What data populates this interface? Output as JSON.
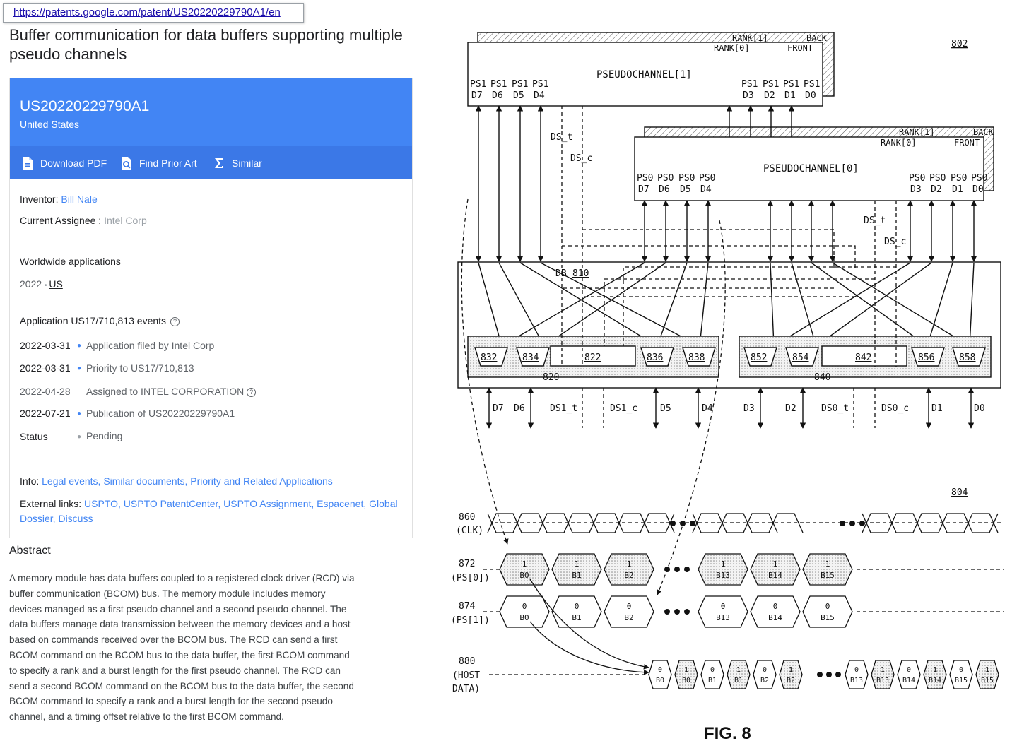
{
  "url": "https://patents.google.com/patent/US20220229790A1/en",
  "title": "Buffer communication for data buffers supporting multiple pseudo channels",
  "header": {
    "pub_number": "US20220229790A1",
    "country": "United States"
  },
  "actions": {
    "download": "Download PDF",
    "prior_art": "Find Prior Art",
    "similar": "Similar"
  },
  "meta": {
    "inventor_label": "Inventor:",
    "inventor": "Bill Nale",
    "assignee_label": "Current Assignee :",
    "assignee": "Intel Corp"
  },
  "worldwide": {
    "label": "Worldwide applications",
    "year": "2022",
    "country": "US"
  },
  "events_title": "Application US17/710,813 events",
  "events": [
    {
      "date": "2022-03-31",
      "text": "Application filed by Intel Corp"
    },
    {
      "date": "2022-03-31",
      "text": "Priority to US17/710,813"
    },
    {
      "date": "2022-04-28",
      "text": "Assigned to INTEL CORPORATION"
    },
    {
      "date": "2022-07-21",
      "text": "Publication of US20220229790A1"
    },
    {
      "date": "Status",
      "text": "Pending"
    }
  ],
  "info": {
    "label": "Info:",
    "links": "Legal events, Similar documents, Priority and Related Applications"
  },
  "external": {
    "label": "External links:",
    "links": "USPTO, USPTO PatentCenter, USPTO Assignment, Espacenet, Global Dossier, Discuss"
  },
  "abstract": {
    "heading": "Abstract",
    "text": "A memory module has data buffers coupled to a registered clock driver (RCD) via buffer communication (BCOM) bus. The memory module includes memory devices managed as a first pseudo channel and a second pseudo channel. The data buffers manage data transmission between the memory devices and a host based on commands received over the BCOM bus. The RCD can send a first BCOM command on the BCOM bus to the data buffer, the first BCOM command to specify a rank and a burst length for the first pseudo channel. The RCD can send a second BCOM command on the BCOM bus to the data buffer, the second BCOM command to specify a rank and a burst length for the second pseudo channel, and a timing offset relative to the first BCOM command."
  },
  "figure": {
    "caption": "FIG. 8",
    "ref_802": "802",
    "ref_804": "804",
    "pc1": {
      "name": "PSEUDOCHANNEL[1]",
      "rank1": "RANK[1]",
      "rank0": "RANK[0]",
      "back": "BACK",
      "front": "FRONT",
      "pins_left": [
        [
          "PS1",
          "D7"
        ],
        [
          "PS1",
          "D6"
        ],
        [
          "PS1",
          "D5"
        ],
        [
          "PS1",
          "D4"
        ]
      ],
      "pins_right": [
        [
          "PS1",
          "D3"
        ],
        [
          "PS1",
          "D2"
        ],
        [
          "PS1",
          "D1"
        ],
        [
          "PS1",
          "D0"
        ]
      ]
    },
    "pc0": {
      "name": "PSEUDOCHANNEL[0]",
      "rank1": "RANK[1]",
      "rank0": "RANK[0]",
      "back": "BACK",
      "front": "FRONT",
      "pins_left": [
        [
          "PS0",
          "D7"
        ],
        [
          "PS0",
          "D6"
        ],
        [
          "PS0",
          "D5"
        ],
        [
          "PS0",
          "D4"
        ]
      ],
      "pins_right": [
        [
          "PS0",
          "D3"
        ],
        [
          "PS0",
          "D2"
        ],
        [
          "PS0",
          "D1"
        ],
        [
          "PS0",
          "D0"
        ]
      ]
    },
    "ds_labels": {
      "pc1_t": "DS_t",
      "pc1_c": "DS_c",
      "pc0_t": "DS_t",
      "pc0_c": "DS_c"
    },
    "db_label": "DB",
    "db_num": "810",
    "blocks_left": [
      "832",
      "834",
      "822",
      "836",
      "838"
    ],
    "group_left": "820",
    "blocks_right": [
      "852",
      "854",
      "842",
      "856",
      "858"
    ],
    "group_right": "840",
    "bottom_left": [
      "D7",
      "D6",
      "DS1_t",
      "DS1_c",
      "D5",
      "D4"
    ],
    "bottom_right": [
      "D3",
      "D2",
      "DS0_t",
      "DS0_c",
      "D1",
      "D0"
    ],
    "timing": [
      {
        "num": "860",
        "sig": "(CLK)"
      },
      {
        "num": "872",
        "sig": "(PS[0])",
        "cells_top": [
          "1",
          "1",
          "1",
          "1",
          "1",
          "1"
        ],
        "cells_bot": [
          "B0",
          "B1",
          "B2",
          "B13",
          "B14",
          "B15"
        ]
      },
      {
        "num": "874",
        "sig": "(PS[1])",
        "cells_top": [
          "0",
          "0",
          "0",
          "0",
          "0",
          "0"
        ],
        "cells_bot": [
          "B0",
          "B1",
          "B2",
          "B13",
          "B14",
          "B15"
        ]
      },
      {
        "num": "880",
        "sig1": "(HOST",
        "sig2": "DATA)",
        "cells_top": [
          "0",
          "1",
          "0",
          "1",
          "0",
          "1",
          "0",
          "1",
          "0",
          "1",
          "0",
          "1"
        ],
        "cells_bot": [
          "B0",
          "B0",
          "B1",
          "B1",
          "B2",
          "B2",
          "B13",
          "B13",
          "B14",
          "B14",
          "B15",
          "B15"
        ]
      }
    ]
  }
}
